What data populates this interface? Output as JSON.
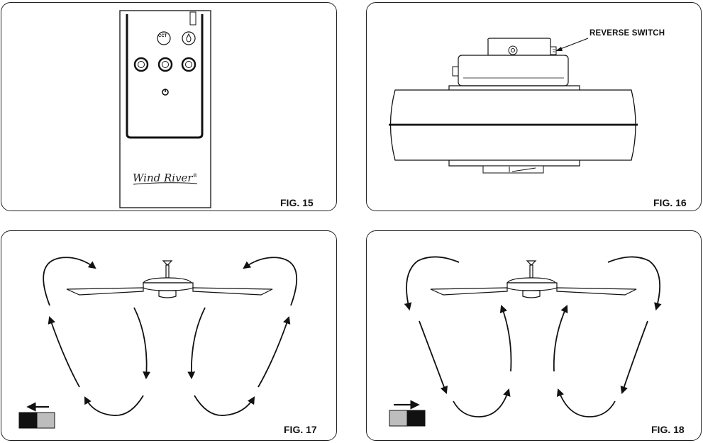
{
  "figures": [
    {
      "label": "FIG. 15"
    },
    {
      "label": "FIG. 16",
      "callout": "REVERSE SWITCH"
    },
    {
      "label": "FIG. 17"
    },
    {
      "label": "FIG. 18"
    }
  ],
  "remote": {
    "brand": "Wind River",
    "trademark": "®",
    "cct_label": "CCT"
  },
  "colors": {
    "line": "#111111",
    "switch_light": "#bdbdbd",
    "switch_dark": "#111111"
  }
}
